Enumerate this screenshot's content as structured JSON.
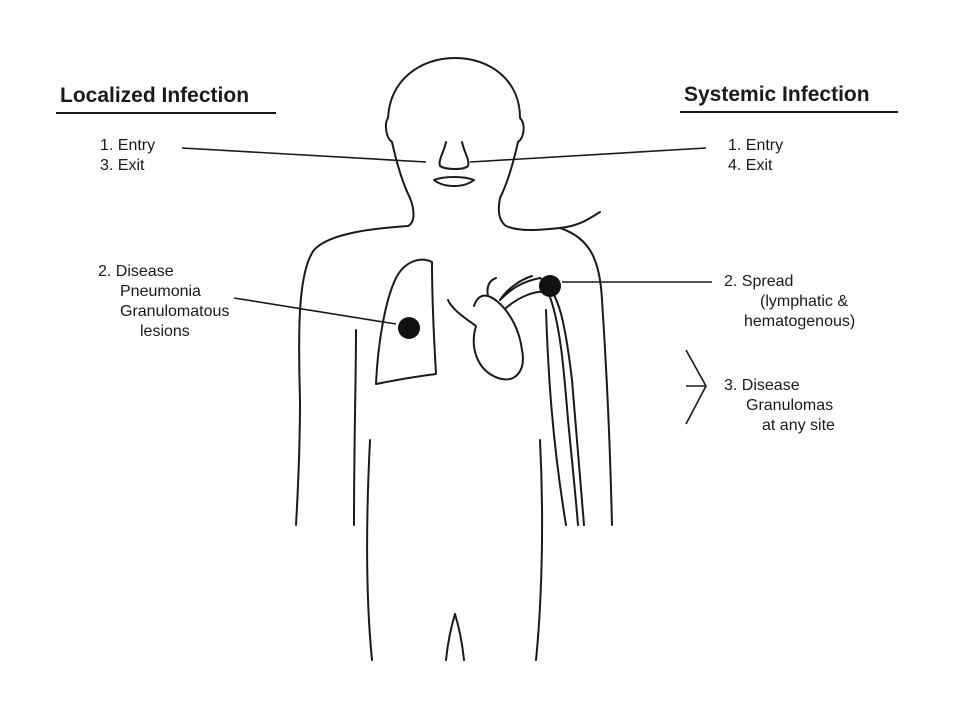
{
  "localized": {
    "heading": "Localized Infection",
    "entry": "1. Entry",
    "exit": "3. Exit",
    "disease": {
      "line1": "2. Disease",
      "line2": "Pneumonia",
      "line3": "Granulomatous",
      "line4": "lesions"
    }
  },
  "systemic": {
    "heading": "Systemic Infection",
    "entry": "1. Entry",
    "exit": "4. Exit",
    "spread": {
      "line1": "2. Spread",
      "line2": "(lymphatic &",
      "line3": "hematogenous)"
    },
    "disease": {
      "line1": "3. Disease",
      "line2": "Granulomas",
      "line3": "at any site"
    }
  },
  "colors": {
    "ink": "#1a1a1a",
    "background": "#ffffff",
    "lesion": "#111111"
  }
}
